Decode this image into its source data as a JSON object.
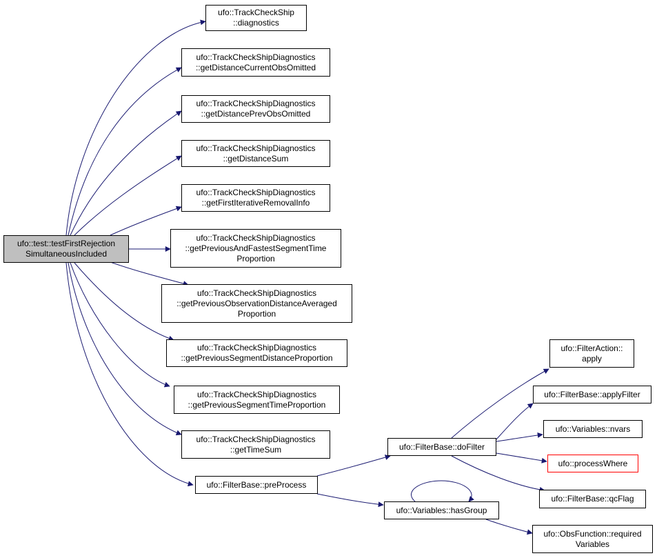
{
  "colors": {
    "edge": "#191970",
    "root_fill": "#bfbfbf",
    "node_border": "#000000",
    "incomplete_node_border": "#ff0000"
  },
  "nodes": {
    "root": {
      "lines": [
        "ufo::test::testFirstRejection",
        "SimultaneousIncluded"
      ]
    },
    "diagnostics": {
      "lines": [
        "ufo::TrackCheckShip",
        "::diagnostics"
      ]
    },
    "getDistanceCurrentObsOmitted": {
      "lines": [
        "ufo::TrackCheckShipDiagnostics",
        "::getDistanceCurrentObsOmitted"
      ]
    },
    "getDistancePrevObsOmitted": {
      "lines": [
        "ufo::TrackCheckShipDiagnostics",
        "::getDistancePrevObsOmitted"
      ]
    },
    "getDistanceSum": {
      "lines": [
        "ufo::TrackCheckShipDiagnostics",
        "::getDistanceSum"
      ]
    },
    "getFirstIterativeRemovalInfo": {
      "lines": [
        "ufo::TrackCheckShipDiagnostics",
        "::getFirstIterativeRemovalInfo"
      ]
    },
    "getPreviousAndFastestSegmentTimeProportion": {
      "lines": [
        "ufo::TrackCheckShipDiagnostics",
        "::getPreviousAndFastestSegmentTime",
        "Proportion"
      ]
    },
    "getPreviousObservationDistanceAveragedProportion": {
      "lines": [
        "ufo::TrackCheckShipDiagnostics",
        "::getPreviousObservationDistanceAveraged",
        "Proportion"
      ]
    },
    "getPreviousSegmentDistanceProportion": {
      "lines": [
        "ufo::TrackCheckShipDiagnostics",
        "::getPreviousSegmentDistanceProportion"
      ]
    },
    "getPreviousSegmentTimeProportion": {
      "lines": [
        "ufo::TrackCheckShipDiagnostics",
        "::getPreviousSegmentTimeProportion"
      ]
    },
    "getTimeSum": {
      "lines": [
        "ufo::TrackCheckShipDiagnostics",
        "::getTimeSum"
      ]
    },
    "preProcess": {
      "lines": [
        "ufo::FilterBase::preProcess"
      ]
    },
    "doFilter": {
      "lines": [
        "ufo::FilterBase::doFilter"
      ]
    },
    "hasGroup": {
      "lines": [
        "ufo::Variables::hasGroup"
      ]
    },
    "apply": {
      "lines": [
        "ufo::FilterAction::",
        "apply"
      ]
    },
    "applyFilter": {
      "lines": [
        "ufo::FilterBase::applyFilter"
      ]
    },
    "nvars": {
      "lines": [
        "ufo::Variables::nvars"
      ]
    },
    "processWhere": {
      "lines": [
        "ufo::processWhere"
      ]
    },
    "qcFlag": {
      "lines": [
        "ufo::FilterBase::qcFlag"
      ]
    },
    "requiredVariables": {
      "lines": [
        "ufo::ObsFunction::required",
        "Variables"
      ]
    }
  }
}
